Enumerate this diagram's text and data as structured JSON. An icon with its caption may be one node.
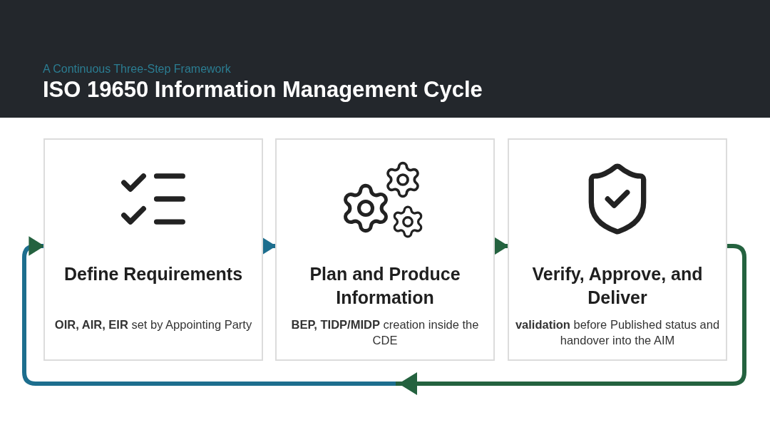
{
  "diagram": {
    "title": "ISO 19650 Information Management Cycle",
    "nodes": [
      {
        "text": [
          "Define Requirements",
          "**OIR, AIR, EIR** set by Appointing Party"
        ]
      },
      {
        "text": [
          "Plan and Produce Information",
          "**BEP, TIDP/MIDP** creation inside the CDE"
        ]
      },
      {
        "text": [
          "Verify, Approve, and Deliver",
          "**validation** before Published status and handover into the AIM"
        ]
      }
    ],
    "edges": [
      {
        "from": 0,
        "to": 1,
        "arrow": "to",
        "color": "#1d6e8e"
      },
      {
        "from": 1,
        "to": 2,
        "arrow": "to",
        "color": "#24623f"
      },
      {
        "from": 2,
        "to": 0,
        "arrow": "to",
        "color": "#24623f"
      }
    ],
    "labels": [
      "A Continuous Three-Step Framework"
    ]
  }
}
